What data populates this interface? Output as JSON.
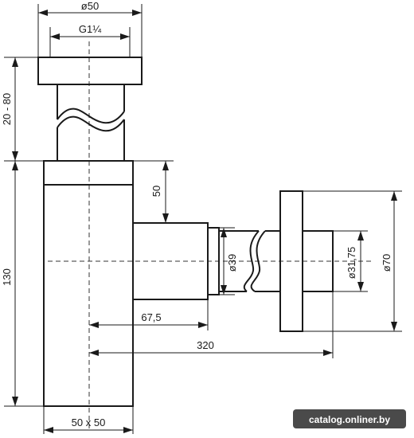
{
  "dimensions": {
    "nut_diameter": "ø50",
    "thread": "G1¼",
    "height_adjust": "20 - 80",
    "body_height": "130",
    "body_section": "50 x 50",
    "offset_top": "50",
    "outlet_diameter": "ø39",
    "outlet_reach": "67,5",
    "total_reach": "320",
    "pipe_diameter": "ø31,75",
    "flange_diameter": "ø70"
  },
  "watermark": "catalog.onliner.by",
  "colors": {
    "line": "#1a1a1a",
    "watermark_bg": "#4a4a4a",
    "watermark_text": "#ffffff"
  }
}
